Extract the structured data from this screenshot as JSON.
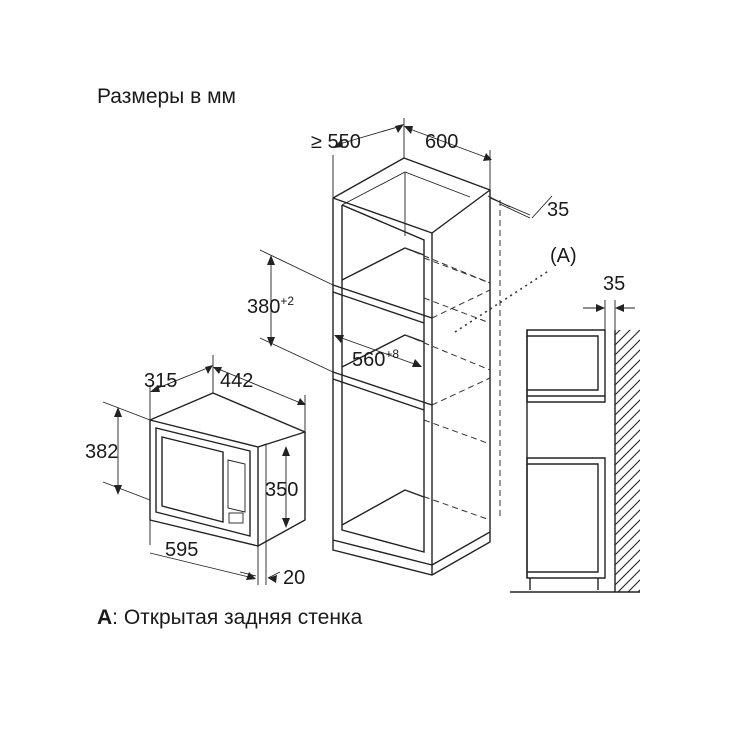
{
  "title": "Размеры в мм",
  "footnote": {
    "key": "A",
    "text": ": Открытая задняя стенка"
  },
  "dimensions": {
    "cabinet_depth": "≥ 550",
    "cabinet_width": "600",
    "back_gap": "35",
    "niche_height": "380",
    "niche_height_tol": "+2",
    "niche_width": "560",
    "niche_width_tol": "+8",
    "oven_depth": "315",
    "oven_depth2": "442",
    "oven_height": "382",
    "oven_inner_height": "350",
    "oven_width": "595",
    "frame_depth": "20",
    "side_gap": "35",
    "open_back_label": "(A)"
  }
}
